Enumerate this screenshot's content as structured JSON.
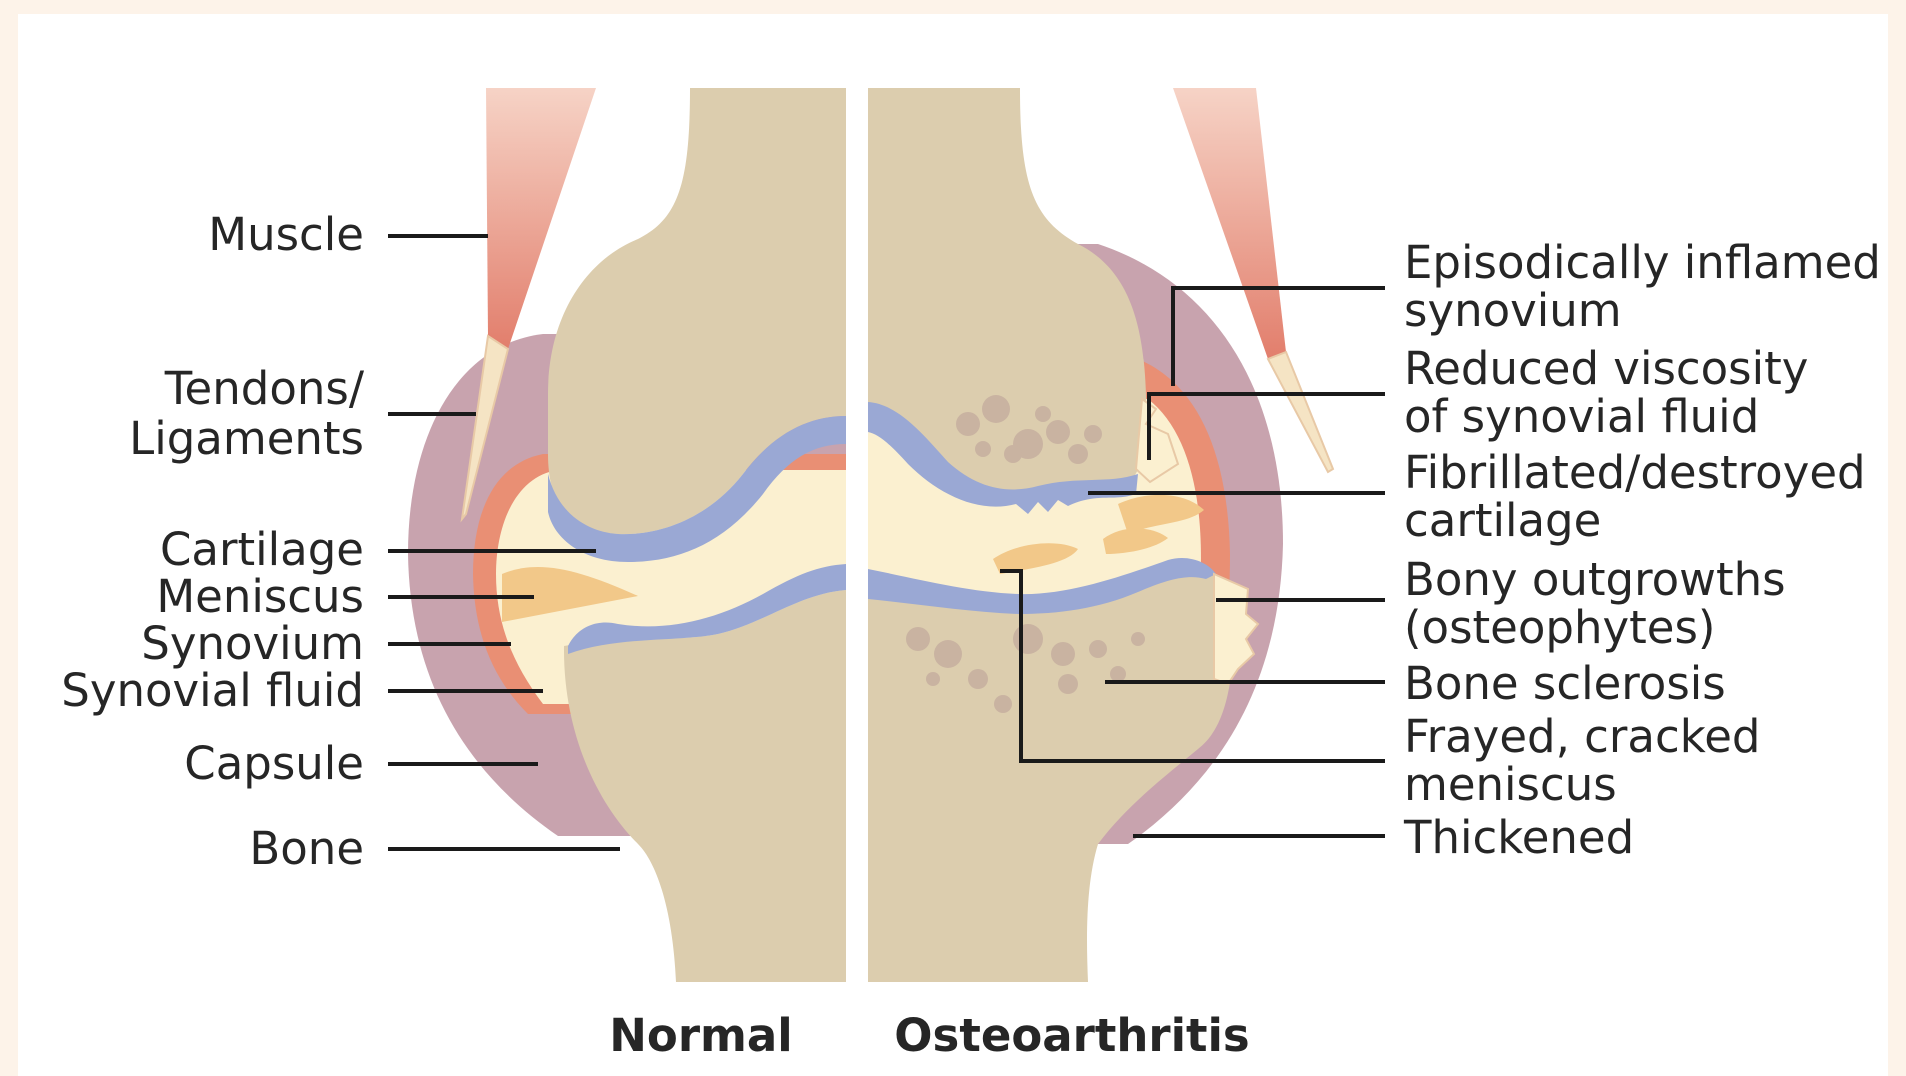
{
  "colors": {
    "background": "#fdf3e9",
    "bone": "#dccdae",
    "cartilage": "#9aa8d4",
    "synovial_fluid": "#fbf0d0",
    "capsule": "#c8a3ae",
    "synovium": "#e98f74",
    "meniscus": "#f2c889",
    "muscle": "#e6917e",
    "tendon": "#f5e4c4",
    "sclerosis_spots": "#c9b3a1"
  },
  "captions": {
    "normal": "Normal",
    "osteoarthritis": "Osteoarthritis"
  },
  "left_labels": {
    "muscle": "Muscle",
    "tendons_1": "Tendons/",
    "tendons_2": "Ligaments",
    "cartilage": "Cartilage",
    "meniscus": "Meniscus",
    "synovium": "Synovium",
    "synovial_fluid": "Synovial fluid",
    "capsule": "Capsule",
    "bone": "Bone"
  },
  "right_labels": {
    "inflamed_1": "Episodically inflamed",
    "inflamed_2": "synovium",
    "viscosity_1": "Reduced viscosity",
    "viscosity_2": "of synovial fluid",
    "fibrillated_1": "Fibrillated/destroyed",
    "fibrillated_2": "cartilage",
    "bony_1": "Bony outgrowths",
    "bony_2": "(osteophytes)",
    "sclerosis": "Bone sclerosis",
    "frayed_1": "Frayed, cracked",
    "frayed_2": "meniscus",
    "thickened": "Thickened"
  }
}
